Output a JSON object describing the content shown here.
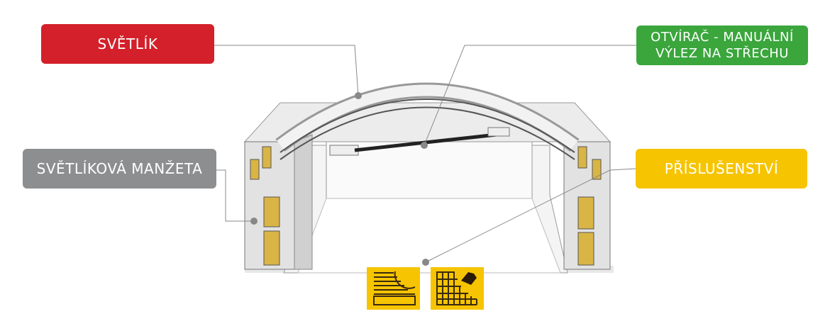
{
  "labels": {
    "skylight": "SVĚTLÍK",
    "collar": "SVĚTLÍKOVÁ MANŽETA",
    "opener_line1": "OTVÍRAČ - MANUÁLNÍ",
    "opener_line2": "VÝLEZ NA STŘECHU",
    "accessories": "PŘÍSLUŠENSTVÍ"
  },
  "colors": {
    "red": "#d3202a",
    "grey": "#8d8e90",
    "green": "#3aa63c",
    "yellow": "#f6c400"
  },
  "icons": [
    "blind-sun-icon",
    "net-hand-icon"
  ]
}
